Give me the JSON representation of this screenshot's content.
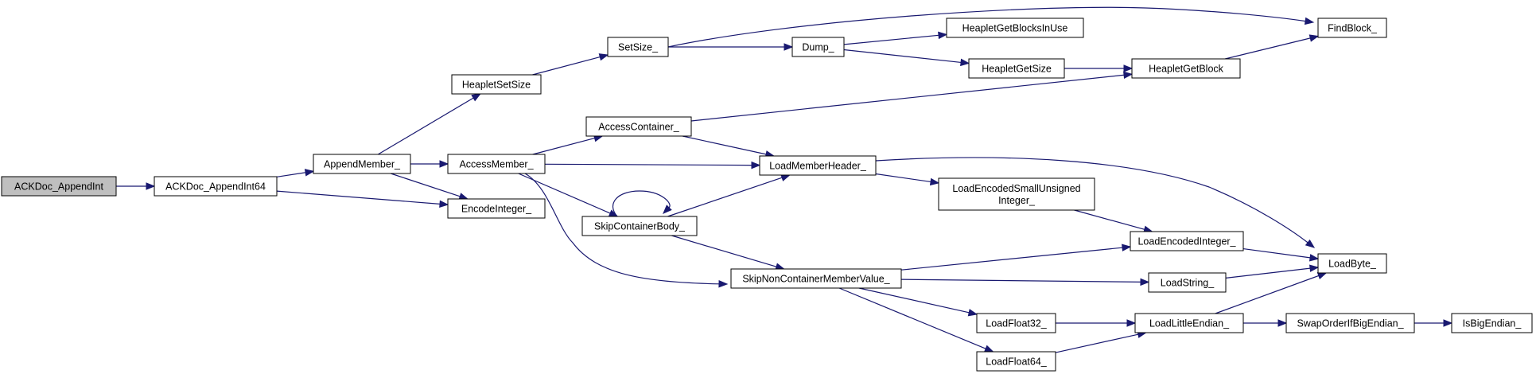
{
  "colors": {
    "edge": "#191970",
    "node_fill": "#ffffff",
    "highlight_fill": "#bfbfbf",
    "node_border": "#000000"
  },
  "nodes": [
    {
      "id": "ackdoc_appendint",
      "label": [
        "ACKDoc_AppendInt"
      ],
      "highlighted": true
    },
    {
      "id": "ackdoc_appendint64",
      "label": [
        "ACKDoc_AppendInt64"
      ]
    },
    {
      "id": "appendmember",
      "label": [
        "AppendMember_"
      ]
    },
    {
      "id": "heapletsetsize",
      "label": [
        "HeapletSetSize"
      ]
    },
    {
      "id": "setsize",
      "label": [
        "SetSize_"
      ]
    },
    {
      "id": "dump",
      "label": [
        "Dump_"
      ]
    },
    {
      "id": "heapletgetblocksinuse",
      "label": [
        "HeapletGetBlocksInUse"
      ]
    },
    {
      "id": "heapletgetsize",
      "label": [
        "HeapletGetSize"
      ]
    },
    {
      "id": "heapletgetblock",
      "label": [
        "HeapletGetBlock"
      ]
    },
    {
      "id": "findblock",
      "label": [
        "FindBlock_"
      ]
    },
    {
      "id": "accessmember",
      "label": [
        "AccessMember_"
      ]
    },
    {
      "id": "encodeinteger",
      "label": [
        "EncodeInteger_"
      ]
    },
    {
      "id": "accesscontainer",
      "label": [
        "AccessContainer_"
      ]
    },
    {
      "id": "loadmemberheader",
      "label": [
        "LoadMemberHeader_"
      ]
    },
    {
      "id": "skipcontainerbody",
      "label": [
        "SkipContainerBody_"
      ]
    },
    {
      "id": "skipnoncontainermembervalue",
      "label": [
        "SkipNonContainerMemberValue_"
      ]
    },
    {
      "id": "loadencodedsmallunsignedinteger",
      "label": [
        "LoadEncodedSmallUnsigned",
        "Integer_"
      ]
    },
    {
      "id": "loadencodedinteger",
      "label": [
        "LoadEncodedInteger_"
      ]
    },
    {
      "id": "loadstring",
      "label": [
        "LoadString_"
      ]
    },
    {
      "id": "loadbyte",
      "label": [
        "LoadByte_"
      ]
    },
    {
      "id": "loadfloat32",
      "label": [
        "LoadFloat32_"
      ]
    },
    {
      "id": "loadfloat64",
      "label": [
        "LoadFloat64_"
      ]
    },
    {
      "id": "loadlittleendian",
      "label": [
        "LoadLittleEndian_"
      ]
    },
    {
      "id": "swaporderifbigendian",
      "label": [
        "SwapOrderIfBigEndian_"
      ]
    },
    {
      "id": "isbigendian",
      "label": [
        "IsBigEndian_"
      ]
    }
  ],
  "edges": [
    {
      "from": "ackdoc_appendint",
      "to": "ackdoc_appendint64"
    },
    {
      "from": "ackdoc_appendint64",
      "to": "appendmember"
    },
    {
      "from": "ackdoc_appendint64",
      "to": "encodeinteger"
    },
    {
      "from": "appendmember",
      "to": "heapletsetsize"
    },
    {
      "from": "appendmember",
      "to": "accessmember"
    },
    {
      "from": "appendmember",
      "to": "encodeinteger"
    },
    {
      "from": "heapletsetsize",
      "to": "setsize"
    },
    {
      "from": "setsize",
      "to": "dump"
    },
    {
      "from": "setsize",
      "to": "findblock"
    },
    {
      "from": "dump",
      "to": "heapletgetblocksinuse"
    },
    {
      "from": "dump",
      "to": "heapletgetsize"
    },
    {
      "from": "heapletgetsize",
      "to": "heapletgetblock"
    },
    {
      "from": "heapletgetblock",
      "to": "findblock"
    },
    {
      "from": "accessmember",
      "to": "accesscontainer"
    },
    {
      "from": "accessmember",
      "to": "loadmemberheader"
    },
    {
      "from": "accessmember",
      "to": "skipcontainerbody"
    },
    {
      "from": "accessmember",
      "to": "skipnoncontainermembervalue"
    },
    {
      "from": "accesscontainer",
      "to": "heapletgetblock"
    },
    {
      "from": "accesscontainer",
      "to": "loadmemberheader"
    },
    {
      "from": "skipcontainerbody",
      "to": "skipcontainerbody"
    },
    {
      "from": "skipcontainerbody",
      "to": "loadmemberheader"
    },
    {
      "from": "skipcontainerbody",
      "to": "skipnoncontainermembervalue"
    },
    {
      "from": "loadmemberheader",
      "to": "loadbyte"
    },
    {
      "from": "loadmemberheader",
      "to": "loadencodedsmallunsignedinteger"
    },
    {
      "from": "loadencodedsmallunsignedinteger",
      "to": "loadencodedinteger"
    },
    {
      "from": "skipnoncontainermembervalue",
      "to": "loadencodedinteger"
    },
    {
      "from": "skipnoncontainermembervalue",
      "to": "loadstring"
    },
    {
      "from": "skipnoncontainermembervalue",
      "to": "loadfloat32"
    },
    {
      "from": "skipnoncontainermembervalue",
      "to": "loadfloat64"
    },
    {
      "from": "loadencodedinteger",
      "to": "loadbyte"
    },
    {
      "from": "loadstring",
      "to": "loadbyte"
    },
    {
      "from": "loadfloat32",
      "to": "loadlittleendian"
    },
    {
      "from": "loadfloat64",
      "to": "loadlittleendian"
    },
    {
      "from": "loadlittleendian",
      "to": "loadbyte"
    },
    {
      "from": "loadlittleendian",
      "to": "swaporderifbigendian"
    },
    {
      "from": "swaporderifbigendian",
      "to": "isbigendian"
    }
  ]
}
